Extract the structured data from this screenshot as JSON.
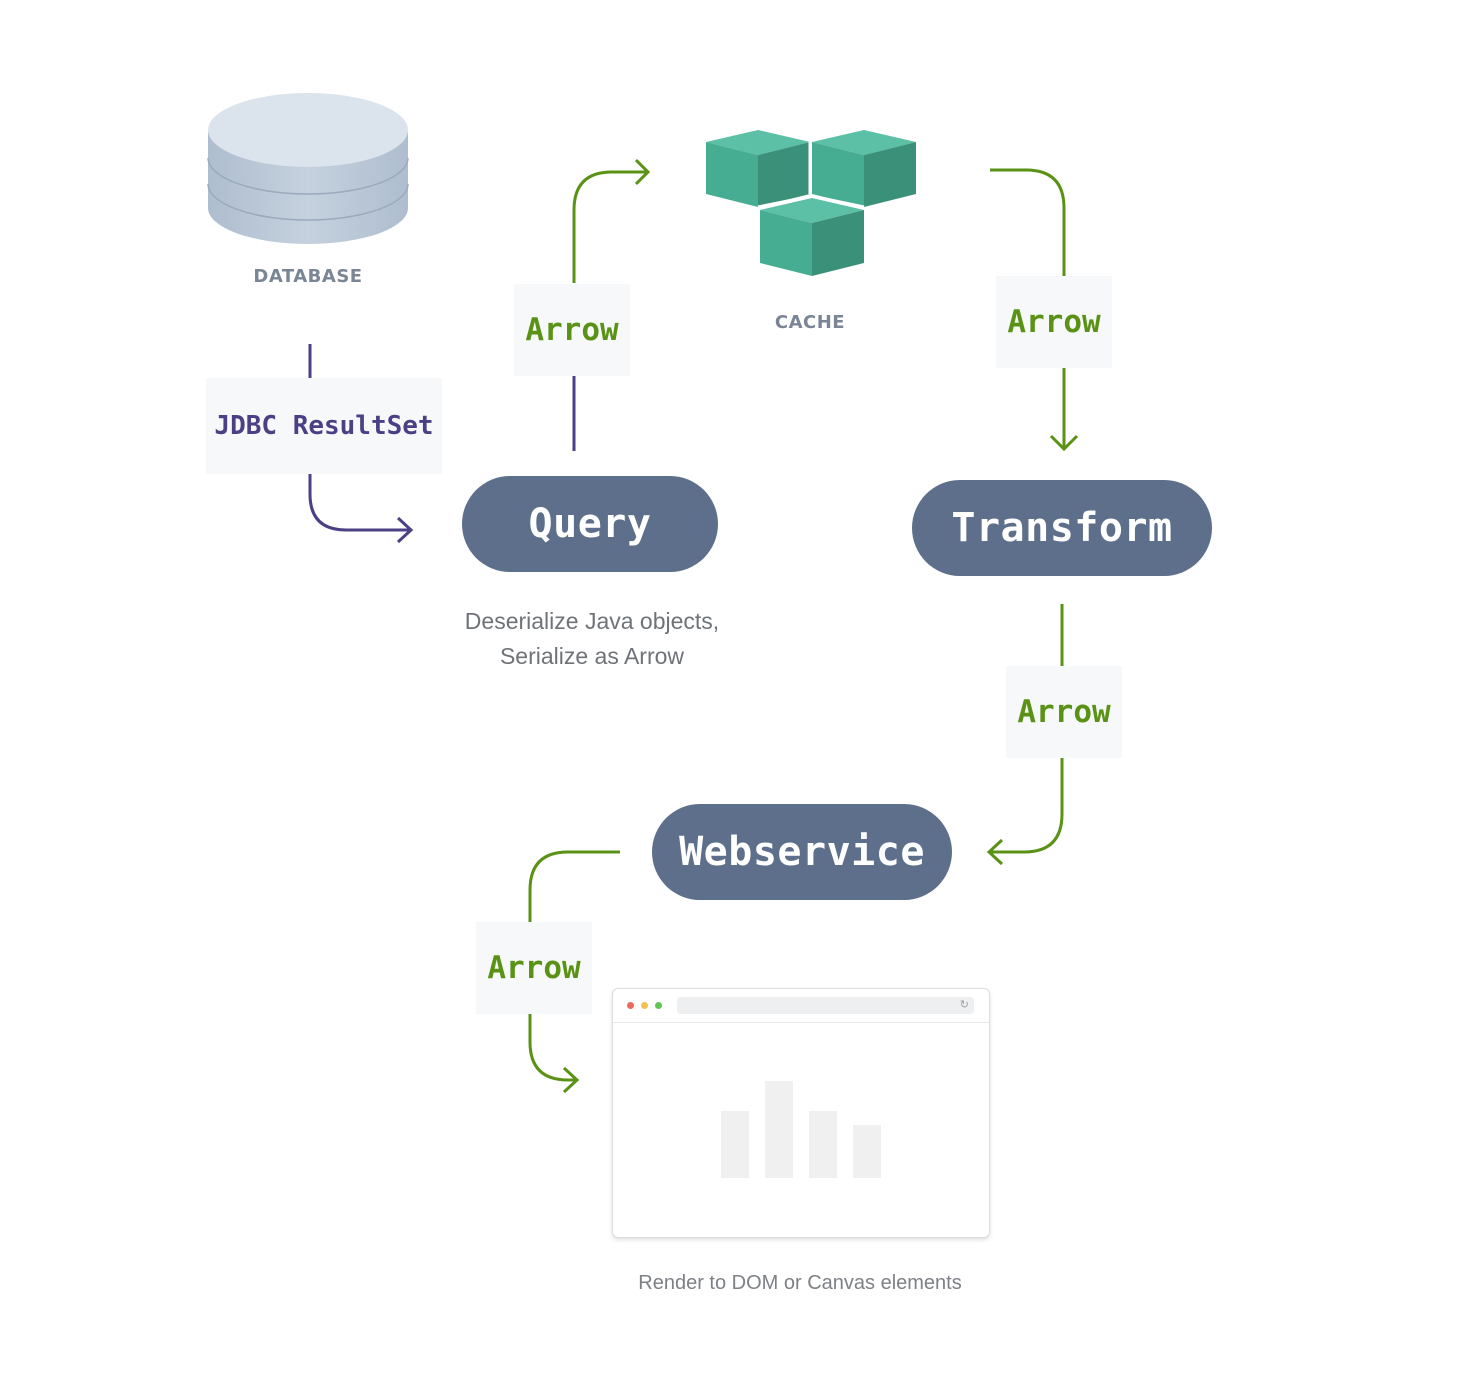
{
  "nodes": {
    "query": "Query",
    "transform": "Transform",
    "webservice": "Webservice"
  },
  "icons": {
    "database": "database-icon",
    "cache": "cache-cubes-icon",
    "browser": "browser-window-icon"
  },
  "labels": {
    "database": "DATABASE",
    "cache": "CACHE"
  },
  "edges": {
    "jdbc": "JDBC ResultSet",
    "query_to_cache": "Arrow",
    "cache_to_transform": "Arrow",
    "transform_to_webservice": "Arrow",
    "webservice_to_browser": "Arrow"
  },
  "captions": {
    "query_line1": "Deserialize Java objects,",
    "query_line2": "Serialize as Arrow",
    "browser": "Render to DOM or Canvas elements"
  },
  "colors": {
    "node_fill": "#5d6f8a",
    "arrow_green": "#5a9216",
    "arrow_purple": "#4b3f86",
    "cache_teal": "#4aaf95",
    "database_blue": "#c9d4e1"
  }
}
